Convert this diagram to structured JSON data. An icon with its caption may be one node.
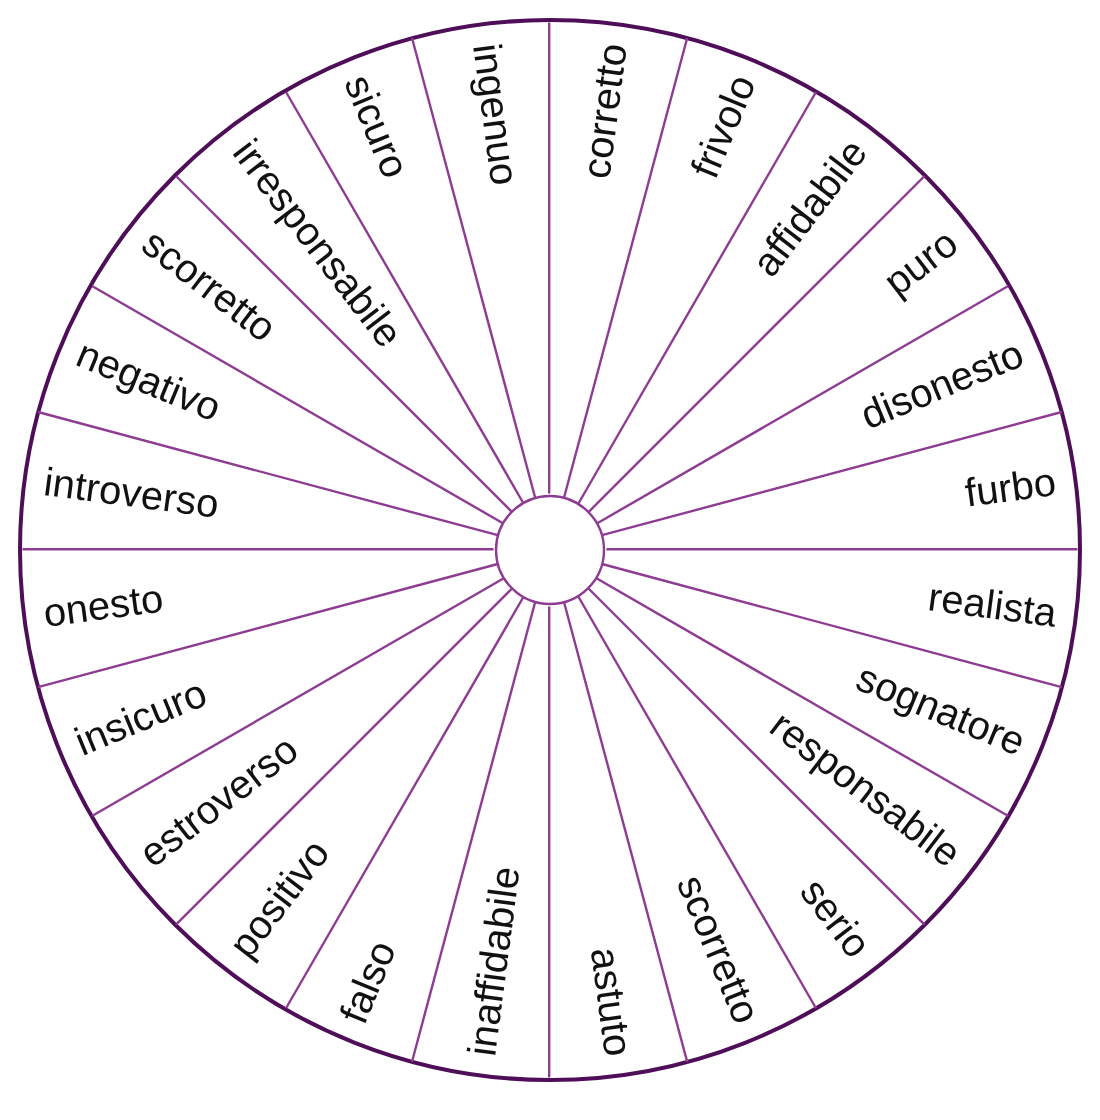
{
  "diagram": {
    "labels": [
      "corretto",
      "frivolo",
      "affidabile",
      "puro",
      "disonesto",
      "furbo",
      "realista",
      "sognatore",
      "responsabile",
      "serio",
      "scorretto",
      "astuto",
      "inaffidabile",
      "falso",
      "positivo",
      "estroverso",
      "insicuro",
      "onesto",
      "introverso",
      "negativo",
      "scorretto",
      "irresponsabile",
      "sicuro",
      "ingenuo"
    ]
  }
}
